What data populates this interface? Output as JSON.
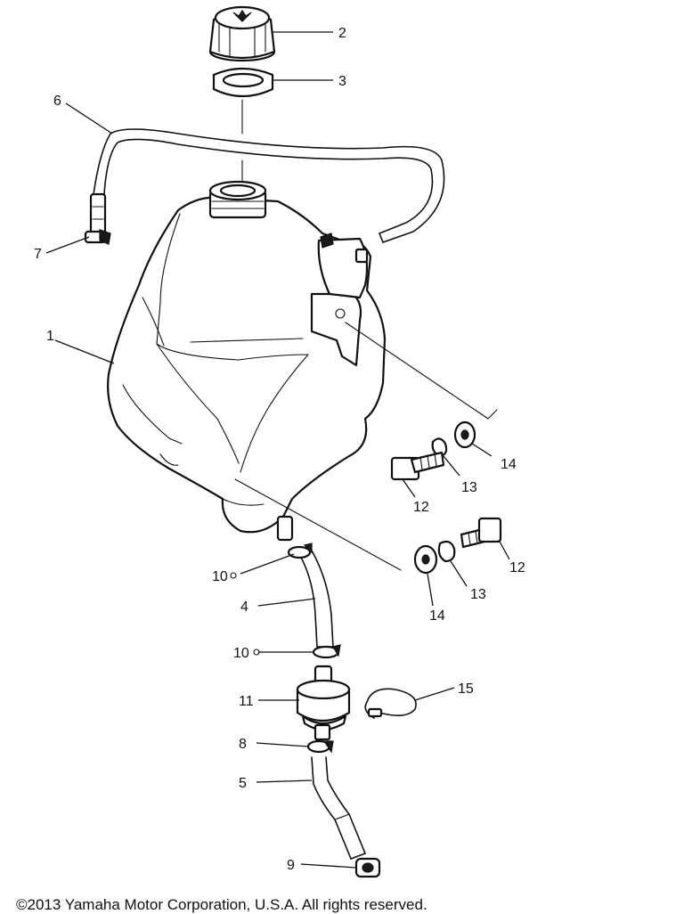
{
  "callouts": [
    {
      "id": "c1",
      "label": "1"
    },
    {
      "id": "c2",
      "label": "2"
    },
    {
      "id": "c3",
      "label": "3"
    },
    {
      "id": "c4",
      "label": "4"
    },
    {
      "id": "c5",
      "label": "5"
    },
    {
      "id": "c6",
      "label": "6"
    },
    {
      "id": "c7",
      "label": "7"
    },
    {
      "id": "c8",
      "label": "8"
    },
    {
      "id": "c9",
      "label": "9"
    },
    {
      "id": "c10a",
      "label": "10"
    },
    {
      "id": "c10b",
      "label": "10"
    },
    {
      "id": "c11",
      "label": "11"
    },
    {
      "id": "c12a",
      "label": "12"
    },
    {
      "id": "c12b",
      "label": "12"
    },
    {
      "id": "c13a",
      "label": "13"
    },
    {
      "id": "c13b",
      "label": "13"
    },
    {
      "id": "c14a",
      "label": "14"
    },
    {
      "id": "c14b",
      "label": "14"
    },
    {
      "id": "c15",
      "label": "15"
    }
  ],
  "copyright": "©2013 Yamaha Motor Corporation, U.S.A. All rights reserved."
}
